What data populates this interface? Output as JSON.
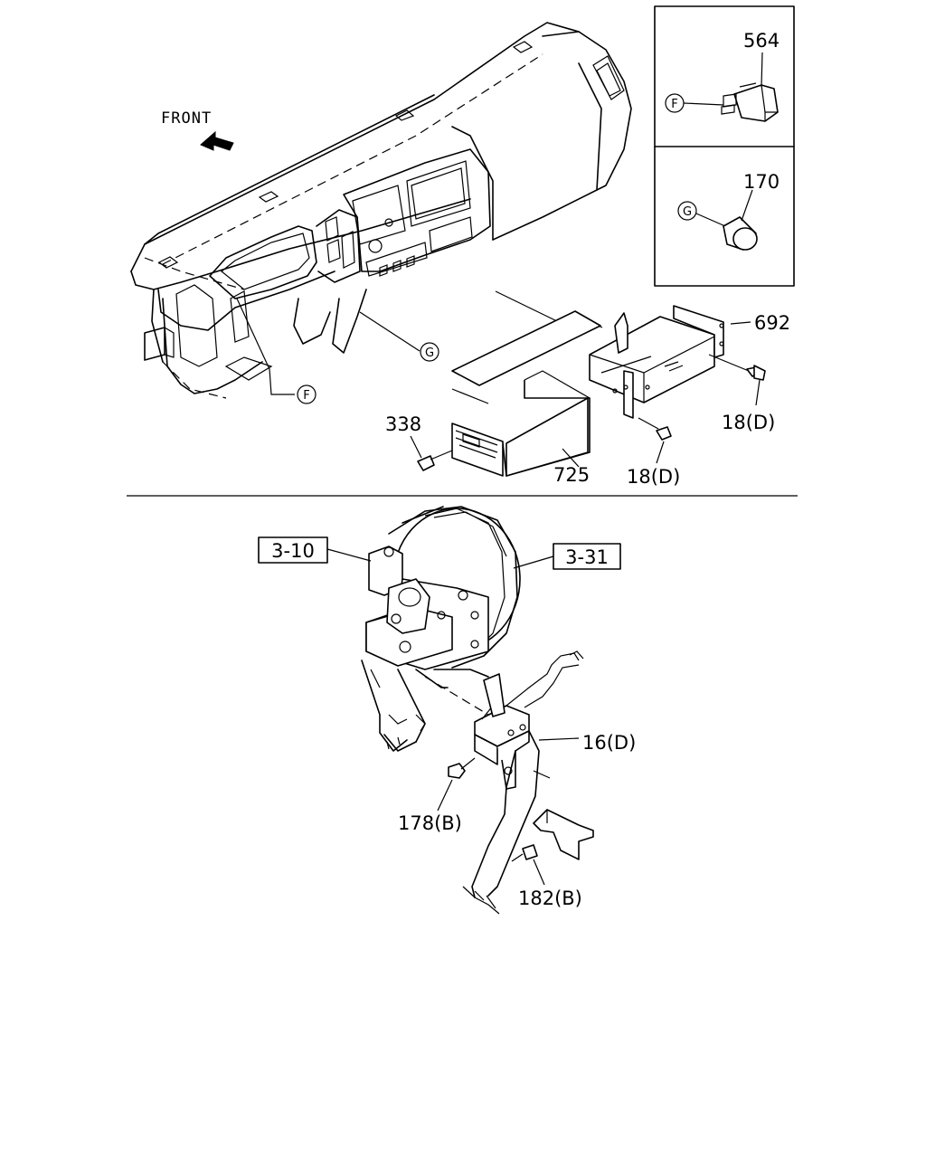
{
  "orientation": {
    "front_label": "FRONT"
  },
  "callouts": {
    "f": "F",
    "g": "G"
  },
  "parts": {
    "p564": "564",
    "p170": "170",
    "p692": "692",
    "p18d_right": "18(D)",
    "p18d_bottom": "18(D)",
    "p338": "338",
    "p725": "725",
    "p16d": "16(D)",
    "p178b": "178(B)",
    "p182b": "182(B)"
  },
  "references": {
    "r310": "3-10",
    "r331": "3-31"
  }
}
